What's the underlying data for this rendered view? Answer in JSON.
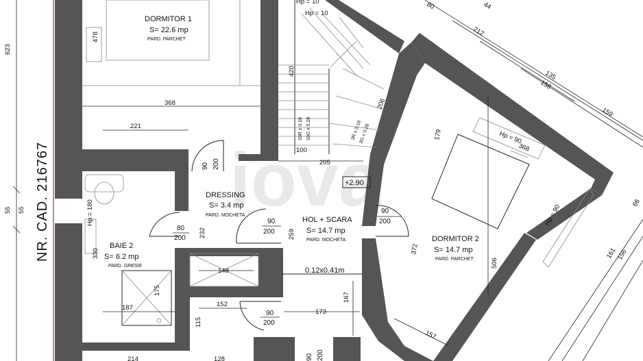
{
  "rooms": {
    "dormitor1": {
      "name": "DORMITOR 1",
      "area": "S= 22.6 mp",
      "floor": "PARD. PARCHET"
    },
    "dressing": {
      "name": "DRESSING",
      "area": "S= 3.4 mp",
      "floor": "PARD. MOCHETA"
    },
    "baie2": {
      "name": "BAIE 2",
      "area": "S= 6.2 mp",
      "floor": "PARD. GRESIE"
    },
    "hol": {
      "name": "HOL + SCARA",
      "area": "S= 14.7 mp",
      "floor": "PARD. MOCHETA"
    },
    "dormitor2": {
      "name": "DORMITOR 2",
      "area": "S= 14.7 mp",
      "floor": "PARD. PARCHET"
    }
  },
  "cadastral": "NR. CAD. 216767",
  "level_mark": "+2.90",
  "window_note": "0.12x0.41m",
  "hp_labels": {
    "hp10a": "Hp = 10",
    "hp10b": "Hp = 10",
    "hp180": "Hp = 180",
    "hp90a": "Hp = 90",
    "hp90b": "Hp = 90"
  },
  "stair_labels": {
    "s1": "10R x 0.18",
    "s2": "10G x 0.28",
    "s3": "3R x 0.18",
    "s4": "3G x 0.28"
  },
  "doors": {
    "d_dressing": {
      "w": "90",
      "h": "200"
    },
    "d_baie": {
      "w": "80",
      "h": "200"
    },
    "d_hol": {
      "w": "90",
      "h": "200"
    },
    "d_dorm2": {
      "w": "90",
      "h": "200"
    },
    "d_bottom": {
      "w": "90",
      "h": "200"
    },
    "d_edge": {
      "w": "90",
      "h": "200"
    }
  },
  "dims": {
    "d623": "623",
    "d55a": "55",
    "d55b": "55",
    "d478": "478",
    "d368a": "368",
    "d221": "221",
    "d420": "420",
    "d100": "100",
    "d205": "205",
    "d206": "206",
    "d179": "179",
    "d368b": "368",
    "d212": "212",
    "d135": "135",
    "d156a": "156",
    "d159": "159",
    "d80t": "80",
    "d44": "44",
    "d232": "232",
    "d259": "259",
    "d372": "372",
    "d506": "506",
    "d148": "148",
    "d152": "152",
    "d173": "173",
    "d167": "167",
    "d187": "187",
    "d175": "175",
    "d115": "115",
    "d330": "330",
    "d157": "157",
    "d161": "161",
    "d156b": "156",
    "d66": "66",
    "d214": "214",
    "d128": "128"
  },
  "watermark": "iova"
}
